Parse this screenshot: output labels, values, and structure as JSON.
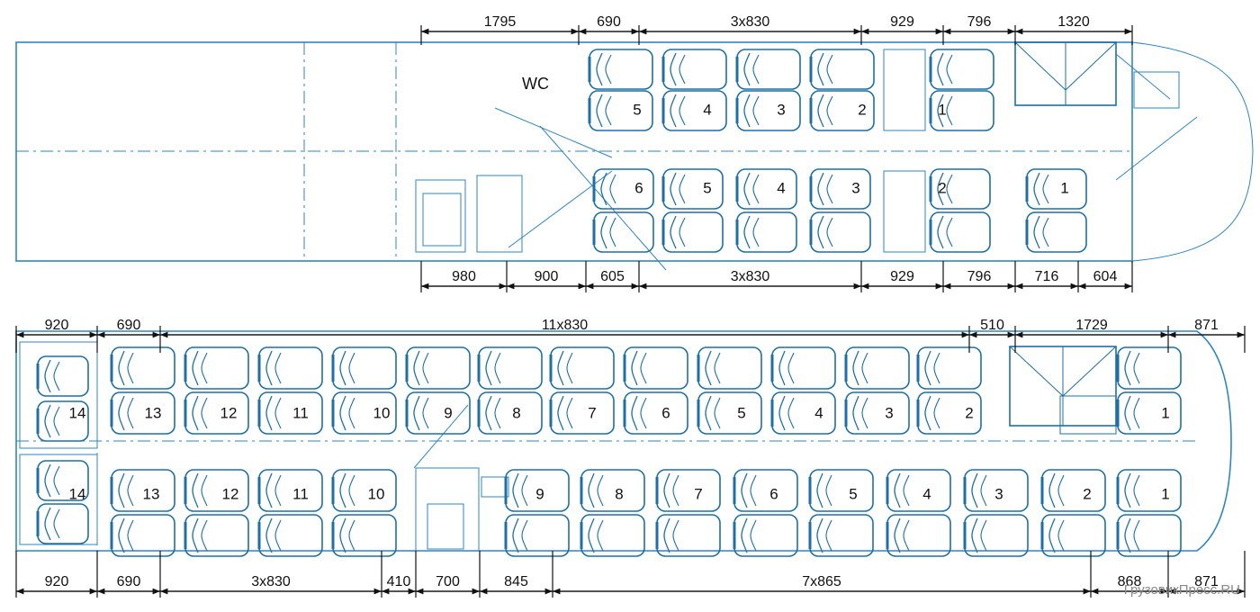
{
  "upper_deck": {
    "top_dims": [
      "1795",
      "690",
      "3x830",
      "929",
      "796",
      "1320"
    ],
    "bottom_dims": [
      "980",
      "900",
      "605",
      "3x830",
      "929",
      "796",
      "716",
      "604"
    ],
    "wc_label": "WC",
    "left_row_numbers": [
      "5",
      "4",
      "3",
      "2",
      "1"
    ],
    "right_row_numbers": [
      "6",
      "5",
      "4",
      "3",
      "2",
      "1"
    ]
  },
  "lower_deck": {
    "top_dims": [
      "920",
      "690",
      "11x830",
      "510",
      "1729",
      "871"
    ],
    "bottom_dims": [
      "920",
      "690",
      "3x830",
      "410",
      "700",
      "845",
      "7x865",
      "868",
      "871"
    ],
    "left_row_numbers": [
      "14",
      "13",
      "12",
      "11",
      "10",
      "9",
      "8",
      "7",
      "6",
      "5",
      "4",
      "3",
      "2",
      "1"
    ],
    "right_row_numbers": [
      "14",
      "13",
      "12",
      "11",
      "10",
      "9",
      "8",
      "7",
      "6",
      "5",
      "4",
      "3",
      "2",
      "1"
    ]
  },
  "watermark": "ГрузовикПресс.RU",
  "colors": {
    "plan_line": "#2e86c1",
    "dimension_line": "#111111"
  }
}
